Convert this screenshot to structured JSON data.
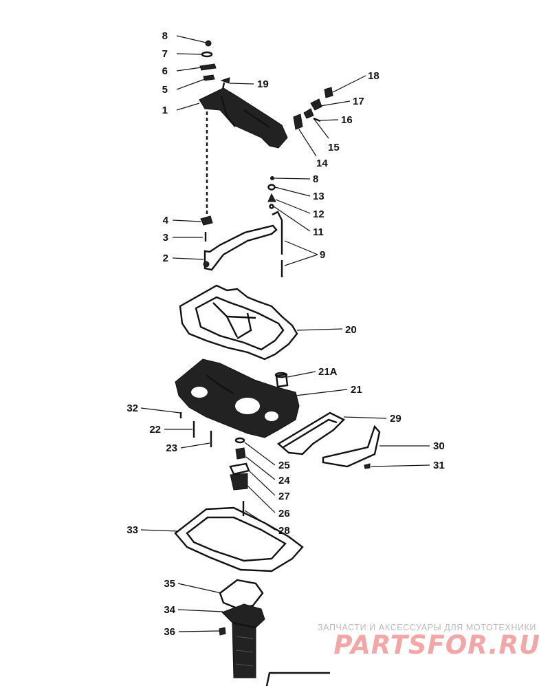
{
  "callouts": [
    {
      "label": "8"
    },
    {
      "label": "7"
    },
    {
      "label": "6"
    },
    {
      "label": "5"
    },
    {
      "label": "1"
    },
    {
      "label": "19"
    },
    {
      "label": "18"
    },
    {
      "label": "17"
    },
    {
      "label": "16"
    },
    {
      "label": "15"
    },
    {
      "label": "14"
    },
    {
      "label": "8"
    },
    {
      "label": "13"
    },
    {
      "label": "12"
    },
    {
      "label": "11"
    },
    {
      "label": "4"
    },
    {
      "label": "3"
    },
    {
      "label": "2"
    },
    {
      "label": "9"
    },
    {
      "label": "20"
    },
    {
      "label": "21A"
    },
    {
      "label": "21"
    },
    {
      "label": "32"
    },
    {
      "label": "22"
    },
    {
      "label": "23"
    },
    {
      "label": "29"
    },
    {
      "label": "30"
    },
    {
      "label": "31"
    },
    {
      "label": "25"
    },
    {
      "label": "24"
    },
    {
      "label": "27"
    },
    {
      "label": "26"
    },
    {
      "label": "28"
    },
    {
      "label": "33"
    },
    {
      "label": "35"
    },
    {
      "label": "34"
    },
    {
      "label": "36"
    }
  ],
  "watermark": {
    "tagline": "ЗАПЧАСТИ И АКСЕССУАРЫ ДЛЯ МОТОТЕХНИКИ",
    "brand": "PARTSFOR.RU"
  }
}
